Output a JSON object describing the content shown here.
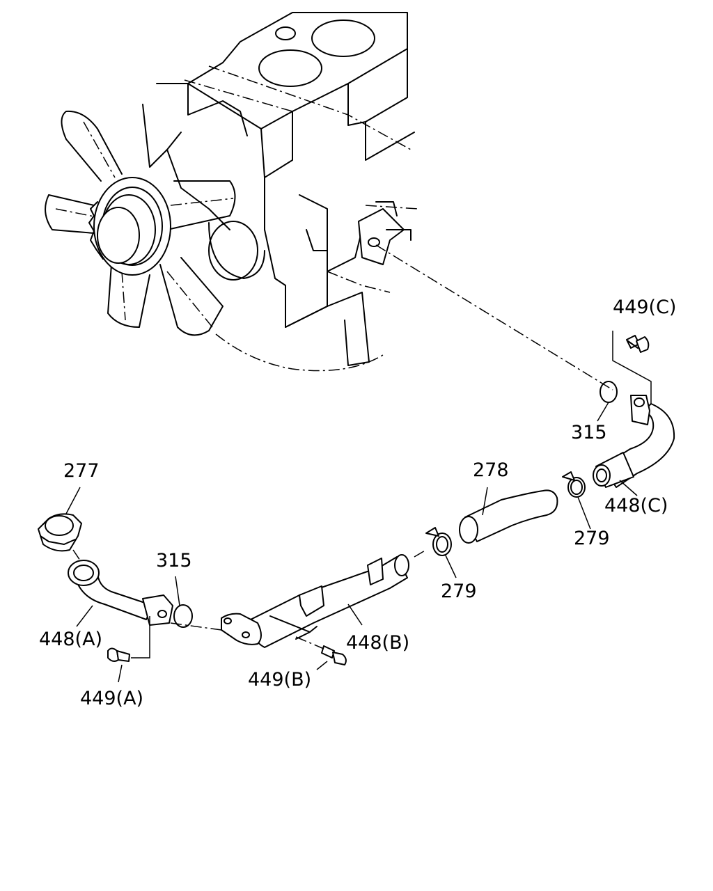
{
  "callouts": {
    "c277": "277",
    "c278": "278",
    "c279_right": "279",
    "c279_mid": "279",
    "c315_right": "315",
    "c315_left": "315",
    "c448a": "448(A)",
    "c448b": "448(B)",
    "c448c": "448(C)",
    "c449a": "449(A)",
    "c449b": "449(B)",
    "c449c": "449(C)"
  }
}
